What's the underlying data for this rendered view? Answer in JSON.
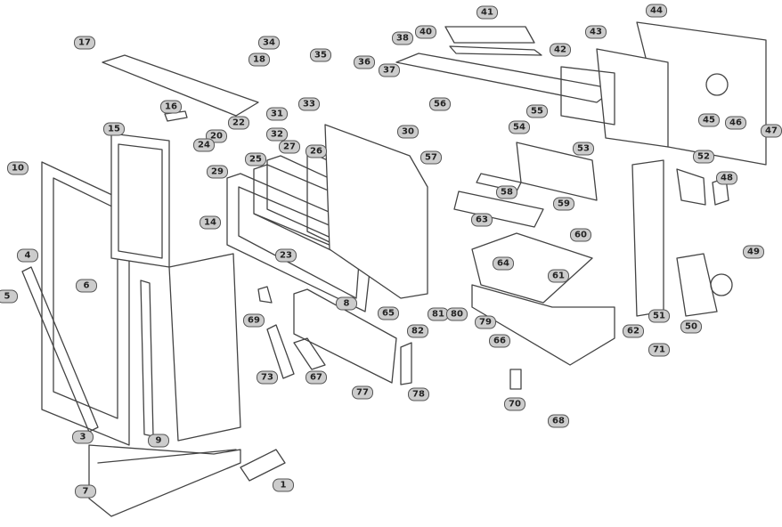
{
  "callouts": [
    "41",
    "44",
    "40",
    "38",
    "43",
    "42",
    "17",
    "34",
    "18",
    "35",
    "36",
    "37",
    "56",
    "55",
    "54",
    "45",
    "46",
    "47",
    "33",
    "31",
    "32",
    "26",
    "27",
    "30",
    "15",
    "16",
    "22",
    "20",
    "24",
    "29",
    "25",
    "53",
    "57",
    "58",
    "52",
    "48",
    "10",
    "14",
    "59",
    "63",
    "60",
    "64",
    "61",
    "49",
    "4",
    "6",
    "5",
    "8",
    "65",
    "81",
    "80",
    "79",
    "69",
    "51",
    "50",
    "82",
    "62",
    "66",
    "71",
    "73",
    "67",
    "77",
    "78",
    "70",
    "68",
    "3",
    "9",
    "1",
    "7",
    "23"
  ],
  "colors": {
    "line": "#444444",
    "callout_fill": "#cccccc",
    "background": "#ffffff"
  }
}
